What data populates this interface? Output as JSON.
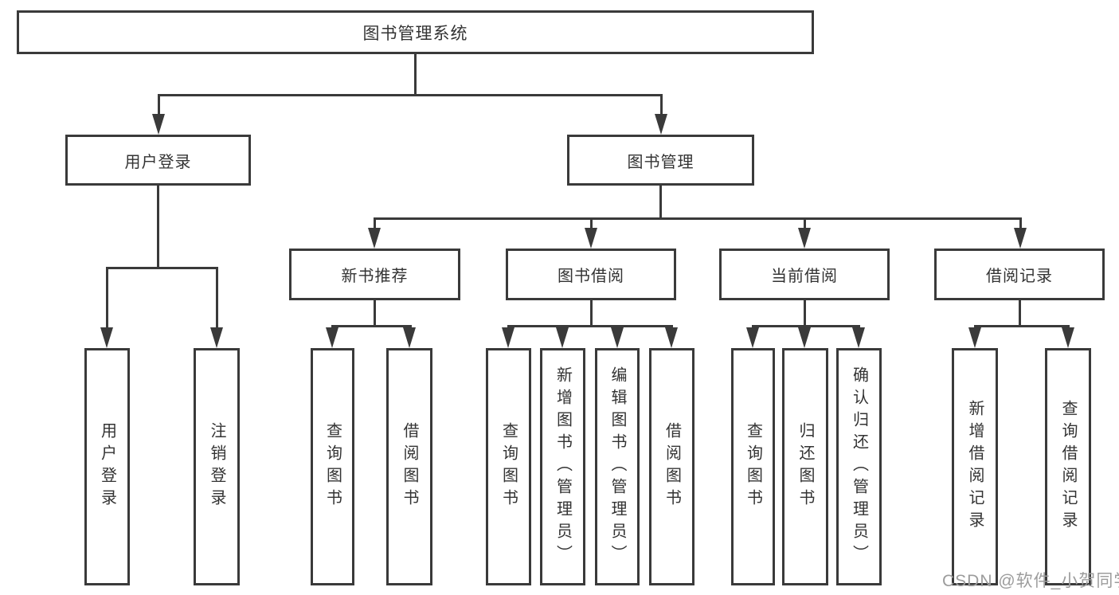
{
  "diagram": {
    "type": "tree-diagram",
    "title": "图书管理系统",
    "hierarchy": {
      "图书管理系统": {
        "用户登录": [
          "用户登录",
          "注销登录"
        ],
        "图书管理": {
          "新书推荐": [
            "查询图书",
            "借阅图书"
          ],
          "图书借阅": [
            "查询图书",
            "新增图书（管理员）",
            "编辑图书（管理员）",
            "借阅图书"
          ],
          "当前借阅": [
            "查询图书",
            "归还图书",
            "确认归还（管理员）"
          ],
          "借阅记录": [
            "新增借阅记录",
            "查询借阅记录"
          ]
        }
      }
    }
  },
  "nodes": {
    "root": {
      "label": "图书管理系统"
    },
    "user_login": {
      "label": "用户登录"
    },
    "book_mgmt": {
      "label": "图书管理"
    },
    "new_book_rec": {
      "label": "新书推荐"
    },
    "book_borrow": {
      "label": "图书借阅"
    },
    "current_borrow": {
      "label": "当前借阅"
    },
    "borrow_records": {
      "label": "借阅记录"
    },
    "leaf_user_login": {
      "label": "用户登录"
    },
    "leaf_logout": {
      "label": "注销登录"
    },
    "leaf_rec_query_book": {
      "label": "查询图书"
    },
    "leaf_rec_borrow_book": {
      "label": "借阅图书"
    },
    "leaf_bb_query_book": {
      "label": "查询图书"
    },
    "leaf_bb_add_book": {
      "label": "新增图书（管理员）"
    },
    "leaf_bb_edit_book": {
      "label": "编辑图书（管理员）"
    },
    "leaf_bb_borrow_book": {
      "label": "借阅图书"
    },
    "leaf_cb_query_book": {
      "label": "查询图书"
    },
    "leaf_cb_return_book": {
      "label": "归还图书"
    },
    "leaf_cb_confirm_return": {
      "label": "确认归还（管理员）"
    },
    "leaf_br_add_record": {
      "label": "新增借阅记录"
    },
    "leaf_br_query_record": {
      "label": "查询借阅记录"
    }
  },
  "watermark": {
    "text": "CSDN @软件_小贺同学"
  },
  "colors": {
    "line": "#3a3a3a",
    "node_text": "#333333",
    "background": "#ffffff",
    "watermark_text": "#9c9c9c"
  }
}
